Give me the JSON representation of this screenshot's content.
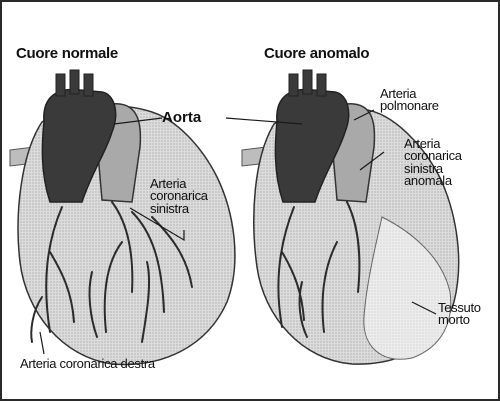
{
  "titles": {
    "normal": "Cuore normale",
    "abnormal": "Cuore anomalo"
  },
  "labels": {
    "aorta": "Aorta",
    "left_coronary_artery": [
      "Arteria",
      "coronarica",
      "sinistra"
    ],
    "pulmonary_artery": [
      "Arteria",
      "polmonare"
    ],
    "anomalous_left_coronary_artery": [
      "Arteria",
      "coronarica",
      "sinistra",
      "anomala"
    ],
    "dead_tissue": [
      "Tessuto",
      "morto"
    ],
    "right_coronary_artery": "Arteria coronarica destra"
  },
  "colors": {
    "aorta_fill": "#3a3a3a",
    "pulmonary_fill": "#a9a9a9",
    "heart_fill": "#d8d8d8",
    "vessel_stroke": "#2b2b2b",
    "dead_tissue_fill": "#e6e6e6",
    "border": "#2a2a2a"
  }
}
